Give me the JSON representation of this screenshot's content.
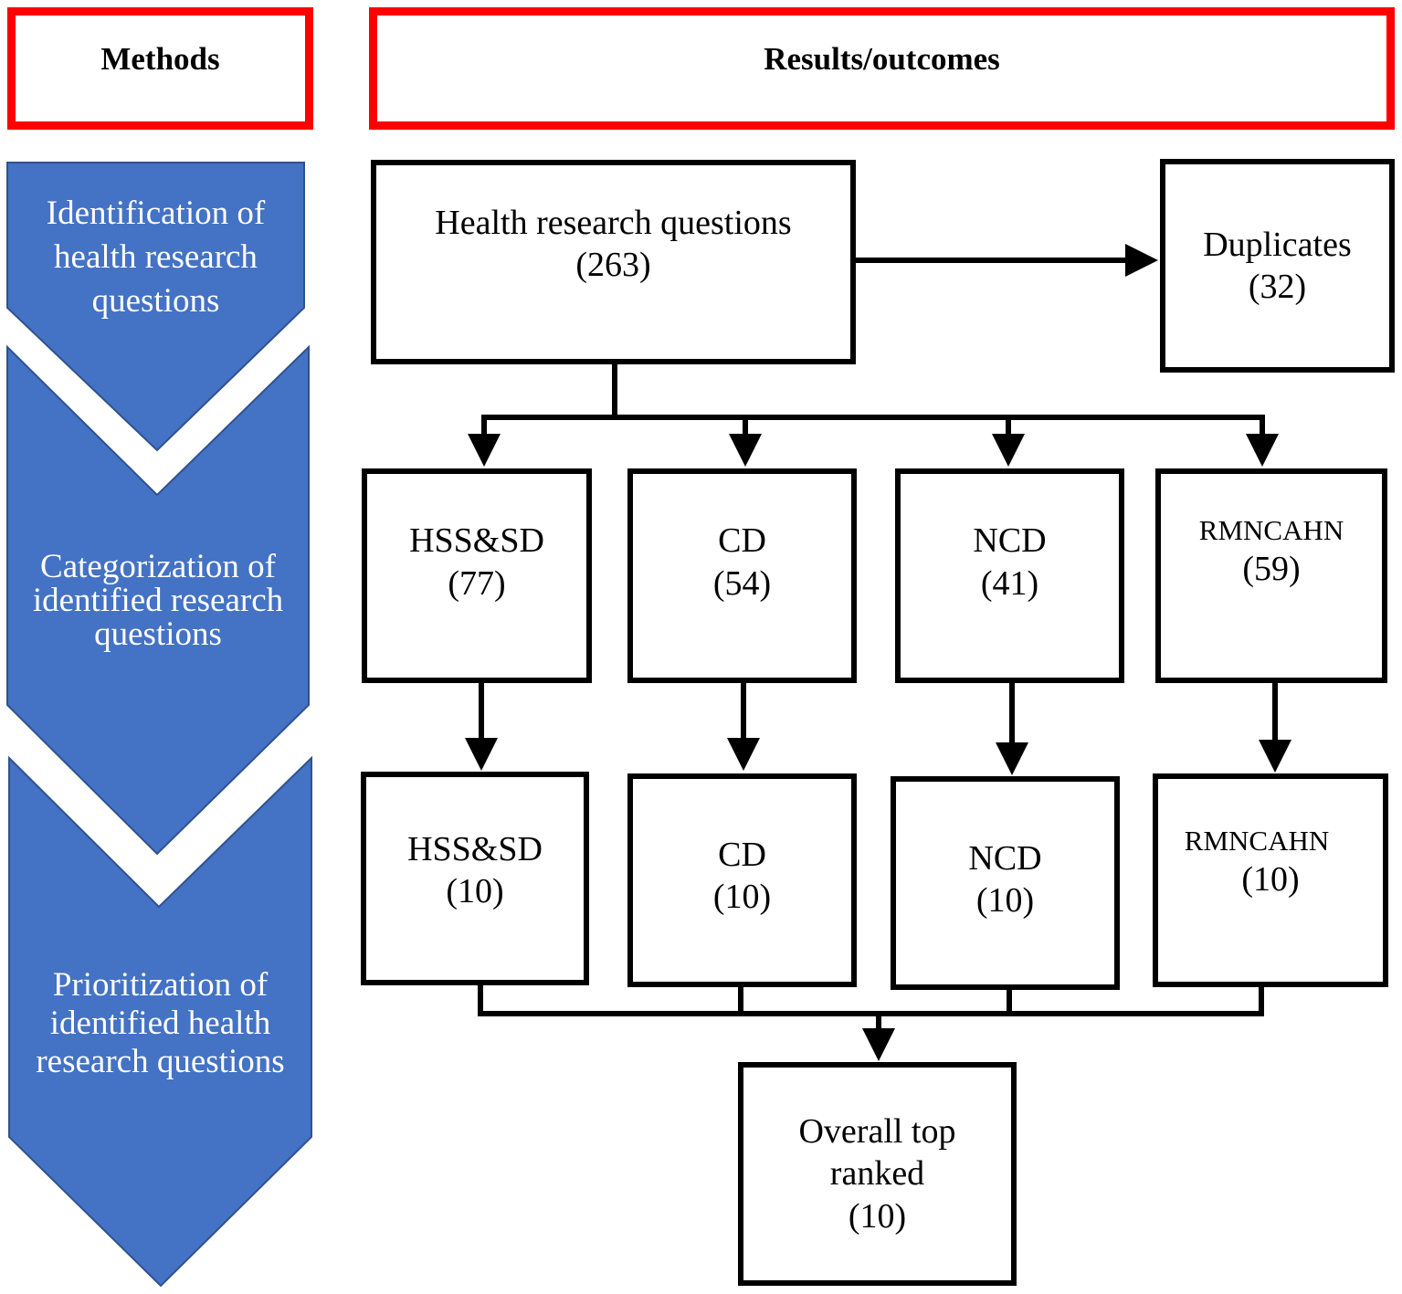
{
  "headers": {
    "methods": "Methods",
    "results": "Results/outcomes"
  },
  "steps": [
    {
      "lines": [
        "Identification of",
        "health research",
        "questions"
      ]
    },
    {
      "lines": [
        "Categorization of",
        "identified research",
        "questions"
      ]
    },
    {
      "lines": [
        "Prioritization of",
        "identified health",
        "research questions"
      ]
    }
  ],
  "colors": {
    "chevron_fill": "#4472c4",
    "chevron_stroke": "#2f528f",
    "header_border": "#ff0000",
    "box_border": "#000000"
  },
  "boxes": {
    "total": {
      "label": "Health research questions",
      "count": "(263)"
    },
    "duplicates": {
      "label": "Duplicates",
      "count": "(32)"
    },
    "categories": [
      {
        "label": "HSS&SD",
        "count": "(77)"
      },
      {
        "label": "CD",
        "count": "(54)"
      },
      {
        "label": "NCD",
        "count": "(41)"
      },
      {
        "label": "RMNCAHN",
        "count": "(59)"
      }
    ],
    "prioritized": [
      {
        "label": "HSS&SD",
        "count": "(10)"
      },
      {
        "label": "CD",
        "count": "(10)"
      },
      {
        "label": "NCD",
        "count": "(10)"
      },
      {
        "label": "RMNCAHN",
        "count": "(10)"
      }
    ],
    "overall": {
      "lines": [
        "Overall top",
        "ranked"
      ],
      "count": "(10)"
    }
  }
}
